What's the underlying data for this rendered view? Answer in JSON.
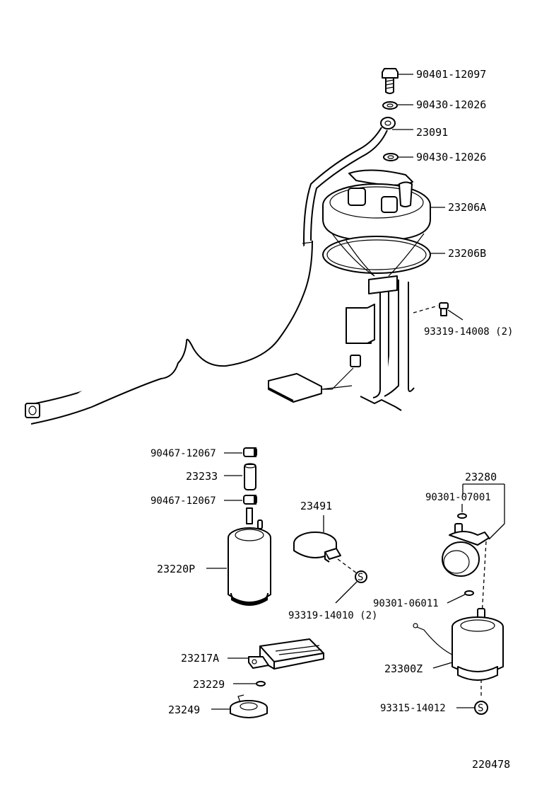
{
  "labels": {
    "p90401_12097": "90401-12097",
    "p90430_12026_a": "90430-12026",
    "p23091": "23091",
    "p90430_12026_b": "90430-12026",
    "p23206A": "23206A",
    "p23206B": "23206B",
    "p93319_14008": "93319-14008 (2)",
    "p90467_12067_a": "90467-12067",
    "p23233": "23233",
    "p90467_12067_b": "90467-12067",
    "p23220P": "23220P",
    "p23491": "23491",
    "p93319_14010": "93319-14010 (2)",
    "p23280": "23280",
    "p90301_07001": "90301-07001",
    "p90301_06011": "90301-06011",
    "p23300Z": "23300Z",
    "p93315_14012": "93315-14012",
    "p23217A": "23217A",
    "p23229": "23229",
    "p23249": "23249"
  },
  "symbols": {
    "s_marker": "S"
  },
  "diagram_number": "220478"
}
